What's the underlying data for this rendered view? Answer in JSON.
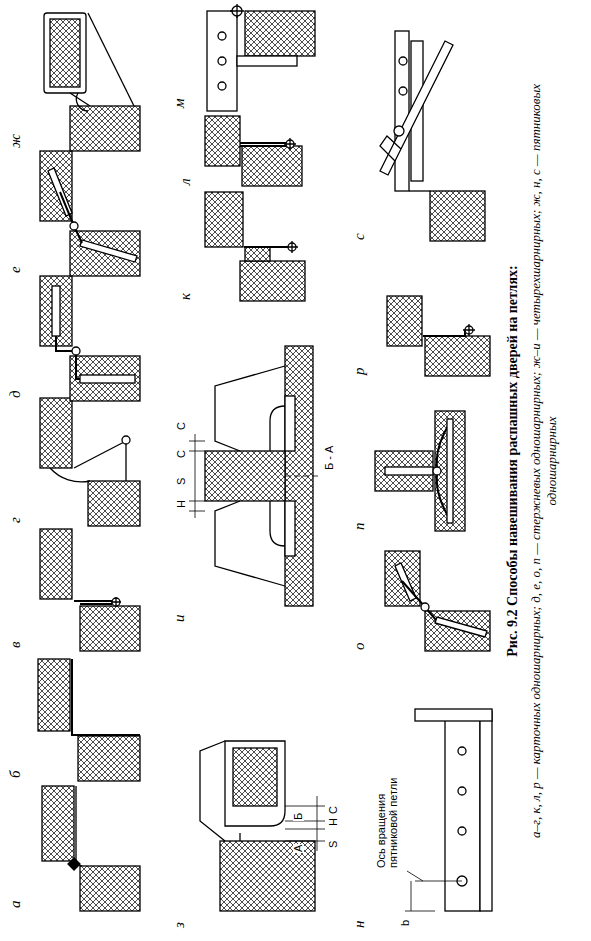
{
  "diagram": {
    "caption": "Рис. 9.2 Способы навешивания распашных дверей на петлях:",
    "labels": [
      "а",
      "б",
      "в",
      "г",
      "д",
      "е",
      "ж",
      "з",
      "и",
      "к",
      "л",
      "м",
      "н",
      "о",
      "п",
      "р",
      "с",
      "S",
      "H",
      "C",
      "A",
      "Б",
      "H",
      "S",
      "C",
      "C",
      "Б - А",
      "Ось вращения пятниковой петли",
      "b",
      "а–г, к, л, р — карточных одношарнирных; д, е, о, п — стержневых одношарнирных; ж–и — четырехшарнирных; ж, н, с — пятниковых одношарнирных"
    ]
  }
}
